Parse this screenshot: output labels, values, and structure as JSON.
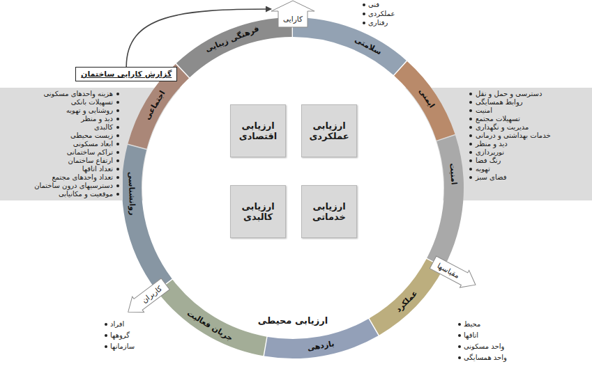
{
  "diagram": {
    "nodes": [
      {
        "text": [
          "گزارش کارایی ساختمان"
        ]
      },
      {
        "text": [
          "کارایی"
        ]
      },
      {
        "text": [
          "هزینه واحدهای مسکونی",
          "تسهیلات بانکی",
          "روشنایی و تهویه",
          "دید و منظر",
          "کالبدی",
          "زیست محیطی",
          "ابعاد مسکونی",
          "تراکم ساختمانی",
          "ارتفاع ساختمان",
          "تعداد اتاقها",
          "تعداد واحدهای مجتمع",
          "دسترسیهای درون ساختمان",
          "موقعیت و مکانیابی"
        ]
      },
      {
        "text": [
          "دسترسی و حمل و نقل",
          "روابط همسایگی",
          "امنیت",
          "تسهیلات مجتمع",
          "مدیریت و نگهداری",
          "خدمات بهداشتی و درمانی",
          "دید و منظر",
          "نورپردازی",
          "رنگ فضا",
          "تهویه",
          "فضای سبز"
        ]
      },
      {
        "text": [
          "ارزیابی محیطی"
        ]
      },
      {
        "text": [
          "ارزیابی اقتصادی"
        ],
        "in": 4
      },
      {
        "text": [
          "ارزیابی عملکردی"
        ],
        "in": 4
      },
      {
        "text": [
          "ارزیابی کالبدی"
        ],
        "in": 4
      },
      {
        "text": [
          "ارزیابی خدماتی"
        ],
        "in": 4
      },
      {
        "text": [
          "کاربران"
        ]
      },
      {
        "text": [
          "مقیاسها"
        ]
      }
    ],
    "edges": [
      {
        "from": 0,
        "to": 1,
        "arrow": "to"
      }
    ],
    "labels": [
      "فنی",
      "عملکردی",
      "رفتاری",
      "سلامتی",
      "ایمنی",
      "امنیت",
      "عملکرد",
      "بازدهی",
      "جریان فعالیت",
      "روانشناسی",
      "اجتماعی",
      "فرهنگی زیبایی",
      "افراد",
      "گروهها",
      "سازمانها",
      "محیط",
      "اتاقها",
      "واحد مسکونی",
      "واحد همسایگی"
    ]
  }
}
